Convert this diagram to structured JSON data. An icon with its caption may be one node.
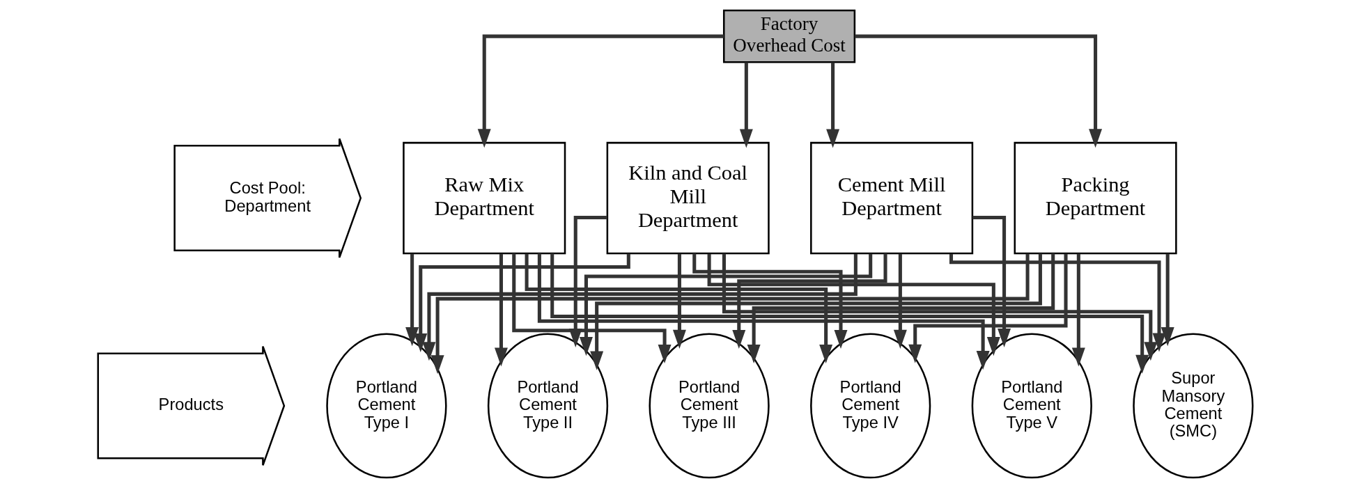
{
  "diagram": {
    "nodes": [
      {
        "text": [
          "Factory Overhead Cost"
        ]
      },
      {
        "text": [
          "Cost Pool: Department"
        ]
      },
      {
        "text": [
          "Raw Mix Department"
        ]
      },
      {
        "text": [
          "Kiln and Coal Mill Department"
        ]
      },
      {
        "text": [
          "Cement Mill Department"
        ]
      },
      {
        "text": [
          "Packing Department"
        ]
      },
      {
        "text": [
          "Products"
        ]
      },
      {
        "text": [
          "Portland Cement Type I"
        ]
      },
      {
        "text": [
          "Portland Cement Type II"
        ]
      },
      {
        "text": [
          "Portland Cement Type III"
        ]
      },
      {
        "text": [
          "Portland Cement Type IV"
        ]
      },
      {
        "text": [
          "Portland Cement Type V"
        ]
      },
      {
        "text": [
          "Supor Mansory Cement (SMC)"
        ]
      }
    ],
    "edges": [
      {
        "from": 0,
        "to": 2,
        "arrow": "to"
      },
      {
        "from": 0,
        "to": 3,
        "arrow": "to"
      },
      {
        "from": 0,
        "to": 4,
        "arrow": "to"
      },
      {
        "from": 0,
        "to": 5,
        "arrow": "to"
      },
      {
        "from": 2,
        "to": 7,
        "arrow": "to"
      },
      {
        "from": 2,
        "to": 8,
        "arrow": "to"
      },
      {
        "from": 2,
        "to": 9,
        "arrow": "to"
      },
      {
        "from": 2,
        "to": 10,
        "arrow": "to"
      },
      {
        "from": 2,
        "to": 11,
        "arrow": "to"
      },
      {
        "from": 2,
        "to": 12,
        "arrow": "to"
      },
      {
        "from": 3,
        "to": 7,
        "arrow": "to"
      },
      {
        "from": 3,
        "to": 8,
        "arrow": "to"
      },
      {
        "from": 3,
        "to": 9,
        "arrow": "to"
      },
      {
        "from": 3,
        "to": 10,
        "arrow": "to"
      },
      {
        "from": 3,
        "to": 11,
        "arrow": "to"
      },
      {
        "from": 3,
        "to": 12,
        "arrow": "to"
      },
      {
        "from": 4,
        "to": 7,
        "arrow": "to"
      },
      {
        "from": 4,
        "to": 8,
        "arrow": "to"
      },
      {
        "from": 4,
        "to": 9,
        "arrow": "to"
      },
      {
        "from": 4,
        "to": 10,
        "arrow": "to"
      },
      {
        "from": 4,
        "to": 11,
        "arrow": "to"
      },
      {
        "from": 4,
        "to": 12,
        "arrow": "to"
      },
      {
        "from": 5,
        "to": 7,
        "arrow": "to"
      },
      {
        "from": 5,
        "to": 8,
        "arrow": "to"
      },
      {
        "from": 5,
        "to": 9,
        "arrow": "to"
      },
      {
        "from": 5,
        "to": 10,
        "arrow": "to"
      },
      {
        "from": 5,
        "to": 11,
        "arrow": "to"
      },
      {
        "from": 5,
        "to": 12,
        "arrow": "to"
      }
    ]
  }
}
